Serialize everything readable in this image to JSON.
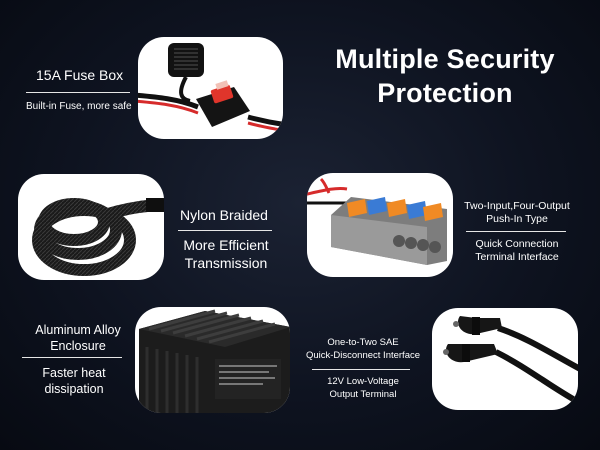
{
  "title": {
    "line1": "Multiple Security",
    "line2": "Protection"
  },
  "features": {
    "fuse": {
      "label": "15A Fuse Box",
      "sub": "Built-in Fuse, more safe"
    },
    "nylon": {
      "label": "Nylon Braided",
      "desc_line1": "More Efficient",
      "desc_line2": "Transmission"
    },
    "terminal": {
      "label_line1": "Two-Input,Four-Output",
      "label_line2": "Push-In Type",
      "desc_line1": "Quick Connection",
      "desc_line2": "Terminal Interface"
    },
    "aluminum": {
      "label_line1": "Aluminum Alloy",
      "label_line2": "Enclosure",
      "desc_line1": "Faster heat",
      "desc_line2": "dissipation"
    },
    "sae": {
      "label_line1": "One-to-Two SAE",
      "label_line2": "Quick-Disconnect Interface",
      "desc_line1": "12V Low-Voltage",
      "desc_line2": "Output Terminal"
    }
  },
  "colors": {
    "background": "#0e1320",
    "card": "#ffffff",
    "fuse_red": "#e0352b",
    "lever_orange": "#f08a24",
    "lever_blue": "#3a7bd5"
  }
}
